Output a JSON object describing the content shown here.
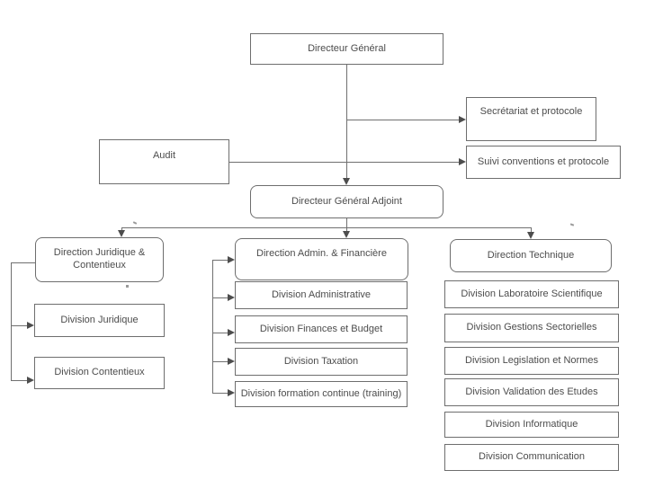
{
  "org_chart": {
    "type": "org-chart",
    "nodes": {
      "directeur_general": "Directeur Général",
      "secretariat": "Secrétariat et protocole",
      "suivi_conventions": "Suivi conventions et protocole",
      "audit": "Audit",
      "directeur_general_adjoint": "Directeur Général Adjoint",
      "direction_juridique": "Direction Juridique & Contentieux",
      "division_juridique": "Division Juridique",
      "division_contentieux": "Division Contentieux",
      "direction_admin": "Direction Admin. & Financière",
      "division_administrative": "Division Administrative",
      "division_finances": "Division Finances et Budget",
      "division_taxation": "Division Taxation",
      "division_formation": "Division formation continue (training)",
      "direction_technique": "Direction Technique",
      "division_laboratoire": "Division Laboratoire Scientifique",
      "division_gestions": "Division Gestions Sectorielles",
      "division_legislation": "Division Legislation et Normes",
      "division_validation": "Division Validation des Etudes",
      "division_informatique": "Division Informatique",
      "division_communication": "Division Communication"
    },
    "edges": [
      {
        "from": "directeur_general",
        "to": "directeur_general_adjoint"
      },
      {
        "from": "directeur_general",
        "to": "secretariat"
      },
      {
        "from": "audit",
        "to": "suivi_conventions"
      },
      {
        "from": "directeur_general_adjoint",
        "to": "direction_juridique"
      },
      {
        "from": "directeur_general_adjoint",
        "to": "direction_admin"
      },
      {
        "from": "directeur_general_adjoint",
        "to": "direction_technique"
      },
      {
        "from": "direction_juridique",
        "to": "division_juridique"
      },
      {
        "from": "direction_juridique",
        "to": "division_contentieux"
      },
      {
        "from": "direction_admin",
        "to": "division_administrative"
      },
      {
        "from": "direction_admin",
        "to": "division_finances"
      },
      {
        "from": "direction_admin",
        "to": "division_taxation"
      },
      {
        "from": "direction_admin",
        "to": "division_formation"
      }
    ],
    "colors": {
      "background": "#ffffff",
      "box_border": "#6e6e6e",
      "line": "#707070",
      "arrow": "#4d4d4d",
      "text": "#4c4c4c"
    }
  }
}
